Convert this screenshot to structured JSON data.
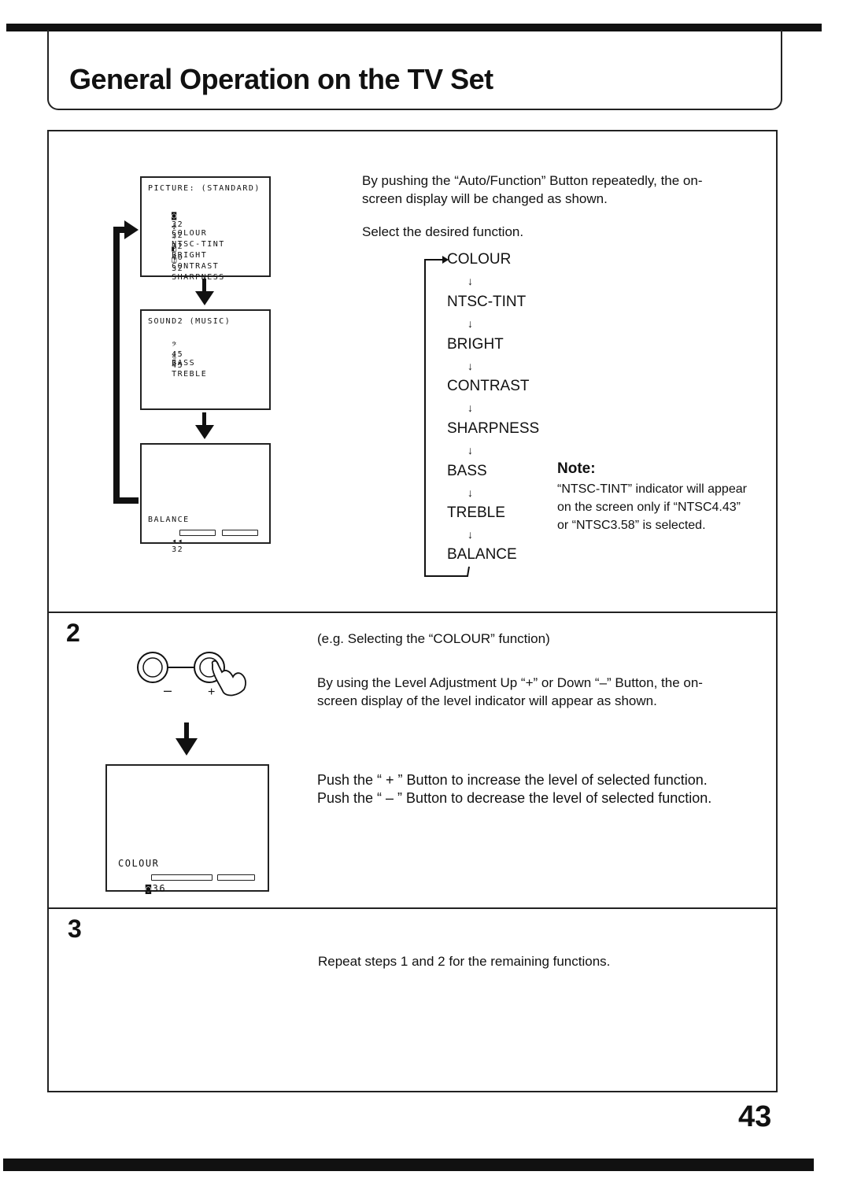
{
  "page": {
    "title": "General Operation on the TV Set",
    "page_number": "43"
  },
  "steps": {
    "step2_number": "2",
    "step3_number": "3"
  },
  "osd_picture": {
    "header": "PICTURE: (STANDARD)",
    "rows": [
      {
        "icon": "colour-icon",
        "value": "32",
        "label": "COLOUR"
      },
      {
        "icon": "tint-icon",
        "value": "32",
        "label": "NTSC-TINT"
      },
      {
        "icon": "bright-icon",
        "value": "32",
        "label": "BRIGHT"
      },
      {
        "icon": "contrast-icon",
        "value": "40",
        "label": "CONTRAST"
      },
      {
        "icon": "sharpness-icon",
        "value": "32",
        "label": "SHARPNESS"
      }
    ]
  },
  "osd_sound": {
    "header": "SOUND2 (MUSIC)",
    "rows": [
      {
        "icon": "bass-icon",
        "value": "45",
        "label": "BASS"
      },
      {
        "icon": "treble-icon",
        "value": "45",
        "label": "TREBLE"
      }
    ]
  },
  "osd_balance": {
    "label": "BALANCE",
    "value": "32"
  },
  "osd_colour": {
    "label": "COLOUR",
    "value": "36"
  },
  "step1": {
    "intro": "By pushing the “Auto/Function” Button repeatedly, the on-screen display will be changed as shown.",
    "select": "Select the desired function.",
    "flow": [
      "COLOUR",
      "NTSC-TINT",
      "BRIGHT",
      "CONTRAST",
      "SHARPNESS",
      "BASS",
      "TREBLE",
      "BALANCE"
    ],
    "note_title": "Note:",
    "note_text": "“NTSC-TINT” indicator will appear on the screen only if “NTSC4.43” or “NTSC3.58” is selected."
  },
  "step2": {
    "example": "(e.g. Selecting the “COLOUR” function)",
    "instruction": "By using the Level Adjustment Up “+” or Down “–” Button, the on-screen display of the level indicator will appear as shown.",
    "push_plus": "Push the “ + ” Button to increase the level of selected function.",
    "push_minus": "Push the “ – ” Button to decrease the level of selected function.",
    "minus_label": "–",
    "plus_label": "+"
  },
  "step3": {
    "instruction": "Repeat steps 1 and 2 for the remaining functions."
  }
}
